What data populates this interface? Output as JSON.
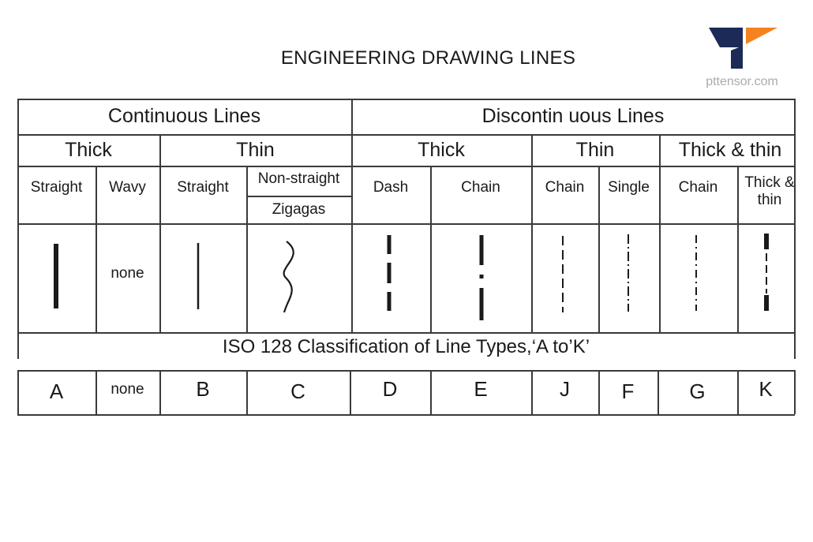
{
  "title": "ENGINEERING DRAWING LINES",
  "logo": {
    "text": "pttensor.com",
    "colors": {
      "navy": "#1b2a57",
      "orange": "#f5821f"
    }
  },
  "groups": [
    {
      "label": "Continuous Lines"
    },
    {
      "label": "Discontin uous Lines"
    }
  ],
  "subgroups": [
    "Thick",
    "Thin",
    "Thick",
    "Thin",
    "Thick & thin"
  ],
  "types": [
    "Straight",
    "Wavy",
    "Straight",
    "Non-straight",
    "Zigagas",
    "Dash",
    "Chain",
    "Chain",
    "Single",
    "Chain",
    "Thick & thin"
  ],
  "wavy_sample": "none",
  "classification": "ISO 128 Classification of Line Types,‘A to’K’",
  "letters": [
    "A",
    "none",
    "B",
    "C",
    "D",
    "E",
    "J",
    "F",
    "G",
    "K"
  ]
}
